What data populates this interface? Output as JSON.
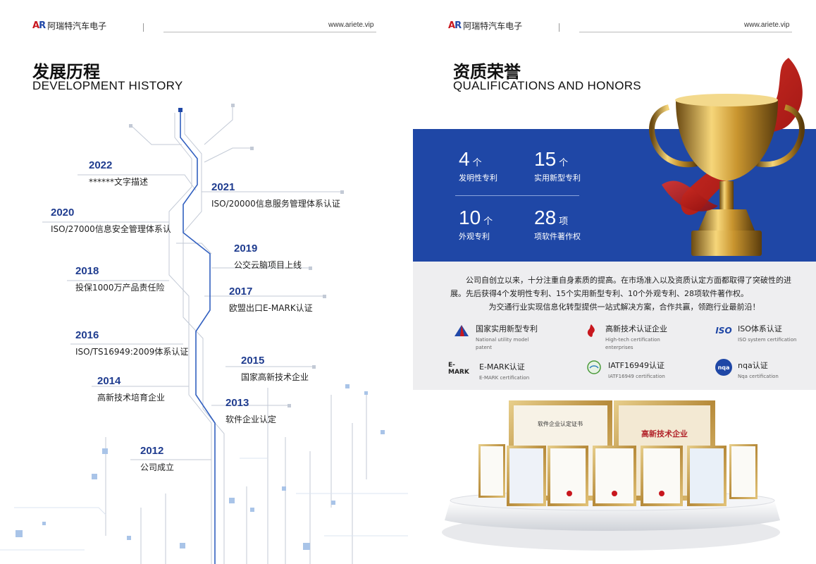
{
  "header": {
    "brand_mark_a": "A",
    "brand_mark_r": "R",
    "brand_name": "阿瑞特汽车电子",
    "url": "www.ariete.vip"
  },
  "left": {
    "title_cn": "发展历程",
    "title_en": "DEVELOPMENT HISTORY",
    "milestones": [
      {
        "year": "2022",
        "text": "******文字描述"
      },
      {
        "year": "2021",
        "text": "ISO/20000信息服务管理体系认证"
      },
      {
        "year": "2020",
        "text": "ISO/27000信息安全管理体系认"
      },
      {
        "year": "2019",
        "text": "公交云脑项目上线"
      },
      {
        "year": "2018",
        "text": "投保1000万产品责任险"
      },
      {
        "year": "2017",
        "text": "欧盟出口E-MARK认证"
      },
      {
        "year": "2016",
        "text": "ISO/TS16949:2009体系认证"
      },
      {
        "year": "2015",
        "text": "国家高新技术企业"
      },
      {
        "year": "2014",
        "text": "高新技术培育企业"
      },
      {
        "year": "2013",
        "text": "软件企业认定"
      },
      {
        "year": "2012",
        "text": "公司成立"
      }
    ]
  },
  "right": {
    "title_cn": "资质荣誉",
    "title_en": "QUALIFICATIONS AND HONORS",
    "stats": [
      {
        "num": "4",
        "unit": "个",
        "label": "发明性专利"
      },
      {
        "num": "15",
        "unit": "个",
        "label": "实用新型专利"
      },
      {
        "num": "10",
        "unit": "个",
        "label": "外观专利"
      },
      {
        "num": "28",
        "unit": "项",
        "label": "项软件著作权"
      }
    ],
    "intro": [
      "公司自创立以来，十分注重自身素质的提高。在市场准入以及资质认定方面都取得了突破性的进展。先后获得4个发明性专利、15个实用新型专利、10个外观专利、28项软件著作权。",
      "为交通行业实现信息化转型提供一站式解决方案，合作共赢，领跑行业最前沿！"
    ],
    "certs": [
      {
        "icon": "patent-logo-icon",
        "cn": "国家实用新型专利",
        "en1": "National utility model",
        "en2": "patent"
      },
      {
        "icon": "hightech-logo-icon",
        "cn": "高新技术认证企业",
        "en1": "High-tech certification",
        "en2": "enterprises"
      },
      {
        "icon": "iso-logo-icon",
        "icon_text": "ISO",
        "cn": "ISO体系认证",
        "en1": "ISO system certification",
        "en2": ""
      },
      {
        "icon": "emark-logo-icon",
        "icon_text": "E-MARK",
        "cn": "E-MARK认证",
        "en1": "E-MARK certification",
        "en2": ""
      },
      {
        "icon": "iatf-logo-icon",
        "cn": "IATF16949认证",
        "en1": "IATF16949 certification",
        "en2": ""
      },
      {
        "icon": "nqa-logo-icon",
        "icon_text": "nqa",
        "cn": "nqa认证",
        "en1": "Nqa certification",
        "en2": ""
      }
    ],
    "certificate_titles": {
      "software": "软件企业认定证书",
      "hightech": "高新技术企业"
    }
  },
  "colors": {
    "brand_blue": "#1f47a6",
    "year_blue": "#1f3c8f",
    "brand_red": "#c8171e",
    "band_grey": "#eeeef0",
    "gold": "#c9a04a"
  }
}
